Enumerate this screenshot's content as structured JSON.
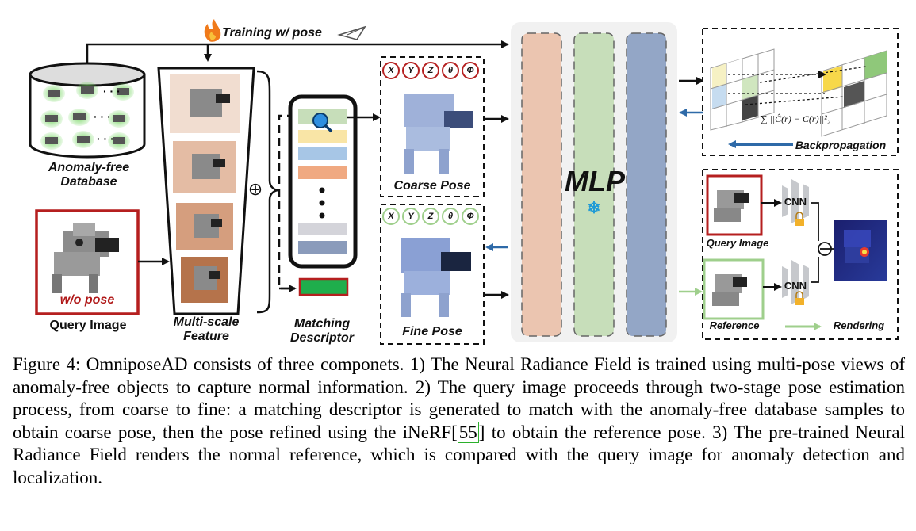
{
  "training_label": "Training w/ pose",
  "database_label": "Anomaly-free Database",
  "query_image_label": "Query Image",
  "wo_pose_label": "w/o pose",
  "multiscale_label": "Multi-scale Feature",
  "oplus": "⊕",
  "matching_label": "Matching Descriptor",
  "coarse_pose_label": "Coarse Pose",
  "fine_pose_label": "Fine Pose",
  "pose_axes": [
    "X",
    "Y",
    "Z",
    "θ",
    "Φ"
  ],
  "mlp_label": "MLP",
  "snowflake": "❄",
  "loss_formula": "∑ ||Ĉ(r) − C(r)||²₂",
  "backprop_label": "Backpropagation",
  "cnn_top_label": "CNN",
  "cnn_bottom_label": "CNN",
  "query_image_right_label": "Query Image",
  "reference_label": "Reference",
  "rendering_label": "Rendering",
  "ominus": "⊖",
  "caption": {
    "part1": "Figure 4: OmniposeAD consists of three componets. 1) The Neural Radiance Field is trained using multi-pose views of anomaly-free objects to capture normal information. 2) The query image proceeds through two-stage pose estimation process, from coarse to fine: a matching descriptor is generated to match with the anomaly-free database samples to obtain coarse pose, then the pose refined using the iNeRF[",
    "ref": "55",
    "part2": "] to obtain the reference pose. 3) The pre-trained Neural Radiance Field renders the normal reference, which is compared with the query image for anomaly detection and localization."
  },
  "colors": {
    "mlp_col1": "#ebc5b0",
    "mlp_col2": "#c7deba",
    "mlp_col3": "#93a6c6",
    "query_border": "#b51f1f",
    "reference_border": "#9fcf8c",
    "arrow_blue": "#2e6aa8",
    "arrow_green": "#9fcf8c"
  }
}
